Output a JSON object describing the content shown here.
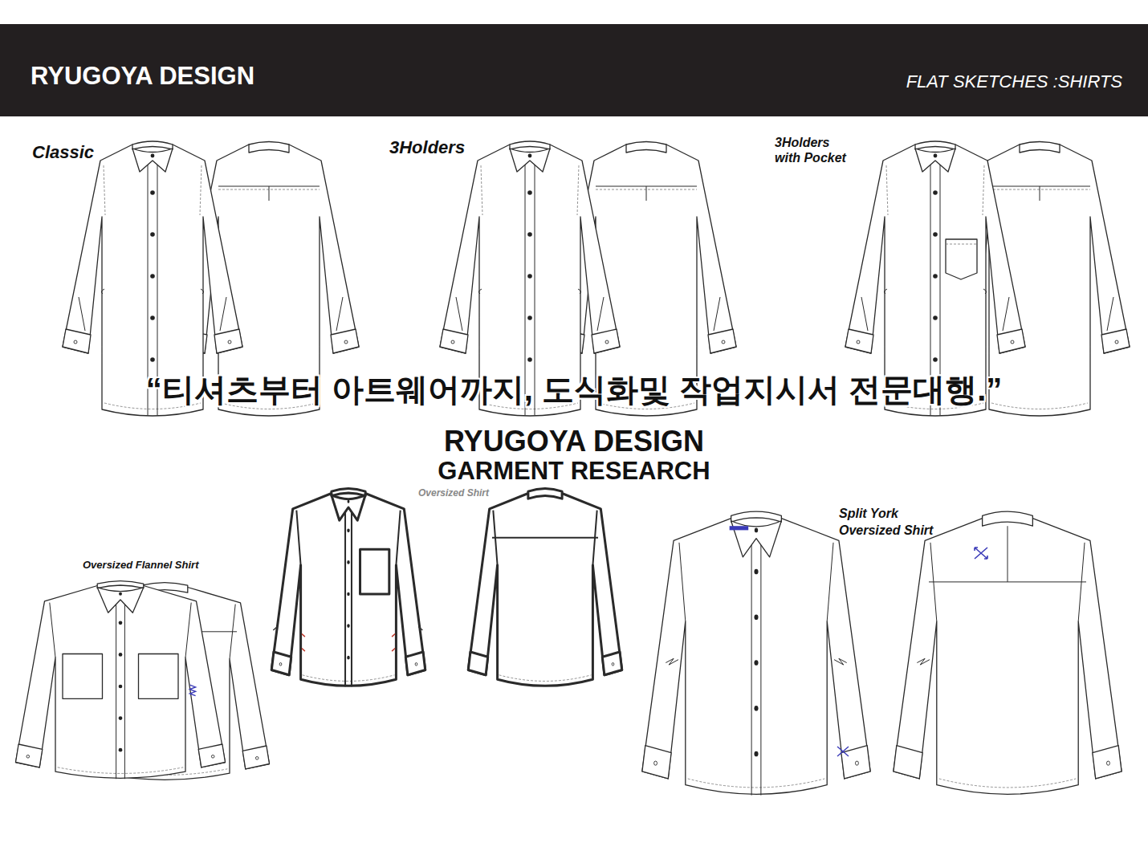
{
  "diagram": {
    "title": "RYUGOYA DESIGN",
    "labels": [
      "FLAT SKETCHES :SHIRTS",
      "Classic",
      "3Holders",
      "3Holders with Pocket",
      "Oversized Flannel Shirt",
      "Oversized Shirt",
      "Split York Oversized Shirt",
      "“티셔츠부터 아트웨어까지, 도식화및 작업지시서 전문대행.”",
      "RYUGOYA DESIGN",
      "GARMENT RESEARCH"
    ]
  }
}
